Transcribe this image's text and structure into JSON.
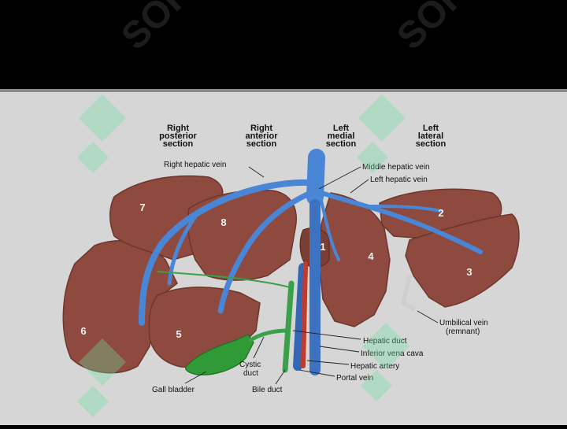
{
  "sections": {
    "right_posterior": [
      "Right",
      "posterior",
      "section"
    ],
    "right_anterior": [
      "Right",
      "anterior",
      "section"
    ],
    "left_medial": [
      "Left",
      "medial",
      "section"
    ],
    "left_lateral": [
      "Left",
      "lateral",
      "section"
    ]
  },
  "labels": {
    "right_hepatic_vein": "Right hepatic vein",
    "middle_hepatic_vein": "Middle hepatic vein",
    "left_hepatic_vein": "Left hepatic vein",
    "umbilical_vein": [
      "Umbilical vein",
      "(remnant)"
    ],
    "hepatic_duct": "Hepatic duct",
    "inferior_vena_cava": "Inferior vena cava",
    "hepatic_artery": "Hepatic artery",
    "portal_vein": "Portal vein",
    "cystic_duct": [
      "Cystic",
      "duct"
    ],
    "gall_bladder": "Gall bladder",
    "bile_duct": "Bile duct"
  },
  "segments": [
    "1",
    "2",
    "3",
    "4",
    "5",
    "6",
    "7",
    "8"
  ],
  "watermark": "SOFT",
  "colors": {
    "liver": "#8e4a3f",
    "liver_dark": "#6e362d",
    "vein": "#4a86d6",
    "artery": "#c23a2a",
    "duct": "#3aa04a",
    "gall_bladder": "#2f9a36",
    "background": "#d6d6d6"
  }
}
